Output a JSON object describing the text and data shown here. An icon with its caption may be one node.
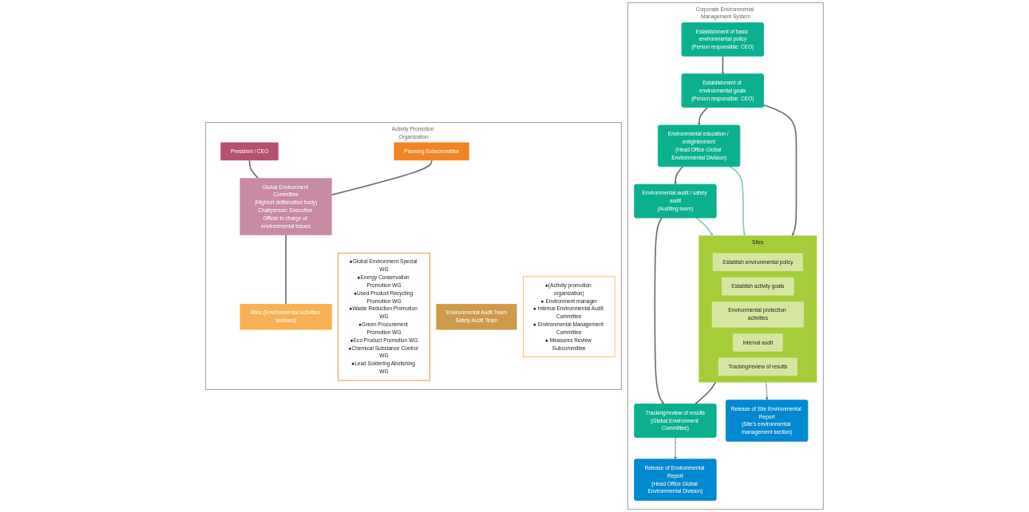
{
  "diagram": {
    "nodes": [
      {
        "text": [
          "Corporate Environmental Management System"
        ]
      },
      {
        "text": [
          "Establishment of basic environmental policy",
          "(Person responsible: CEO)"
        ],
        "in": 0
      },
      {
        "text": [
          "Establishment of environmental goals",
          "(Person responsible: CEO)"
        ],
        "in": 0
      },
      {
        "text": [
          "Environmental education / enlightenment",
          "(Head Office Global Environmental Division)"
        ],
        "in": 0
      },
      {
        "text": [
          "Environmental audit / safety audit",
          "(Auditing team)"
        ],
        "in": 0
      },
      {
        "text": [
          "Tracking/review of results",
          "(Global Environment Committee)"
        ],
        "in": 0
      },
      {
        "text": [
          "Release of Environmental Report",
          "(Head Office Global Environmental Division)"
        ],
        "in": 0
      },
      {
        "text": [
          "Sites"
        ],
        "in": 0
      },
      {
        "text": [
          "Establish environmental policy"
        ],
        "in": 7
      },
      {
        "text": [
          "Establish activity goals"
        ],
        "in": 7
      },
      {
        "text": [
          "Environmental protection activities"
        ],
        "in": 7
      },
      {
        "text": [
          "Internal audit"
        ],
        "in": 7
      },
      {
        "text": [
          "Tracking/review of results"
        ],
        "in": 7
      },
      {
        "text": [
          "Release of Site Environmental Report",
          "(Site’s environmental management section)"
        ],
        "in": 0
      },
      {
        "text": [
          "Activity Promotion Organization"
        ]
      },
      {
        "text": [
          "President / CEO"
        ],
        "in": 14
      },
      {
        "text": [
          "Planning Subcommittee"
        ],
        "in": 14
      },
      {
        "text": [
          "●Global Environment Special WG",
          "●Energy Conservation Promotion WG",
          "●Used Product Recycling Promotion WG",
          "●Waste Reduction Promotion WG",
          "●Green Procurement Promotion WG",
          "●Eco Product Promotion WG",
          "●Chemical Substance Control WG",
          "●Lead Soldering Abolishing WG"
        ],
        "in": 14
      },
      {
        "text": [
          "Global Environment Committee",
          "(Highest deliberation body)",
          "Chairperson: Executive Officer in charge of environmental issues"
        ],
        "in": 14
      },
      {
        "text": [
          "Environmental Audit Team",
          "Safety Audit Team"
        ],
        "in": 14
      },
      {
        "text": [
          "Sites (Environmental activities sections)"
        ],
        "in": 14
      },
      {
        "text": [
          "●(Activity promotion organization)",
          "● Environment manager",
          "● Internal Environmental Audit Committee",
          "● Environmental Management Committee",
          "● Measures Review Subcommittee"
        ],
        "in": 14
      }
    ],
    "edges": [
      {
        "from": 1,
        "to": 2,
        "arrow": "to"
      },
      {
        "from": 2,
        "to": 3,
        "arrow": "to"
      },
      {
        "from": 3,
        "to": 4,
        "arrow": "to"
      },
      {
        "from": 4,
        "to": 5,
        "arrow": "to"
      },
      {
        "from": 2,
        "to": 7,
        "arrow": "to"
      },
      {
        "from": 3,
        "to": 7,
        "arrow": "to",
        "color": "#80cbb5"
      },
      {
        "from": 4,
        "to": 7,
        "arrow": "to",
        "color": "#80cbb5"
      },
      {
        "from": 7,
        "to": 5,
        "arrow": "to"
      },
      {
        "from": 5,
        "to": 6,
        "arrow": "to",
        "style": "dashed"
      },
      {
        "from": 7,
        "to": 13,
        "arrow": "to",
        "style": "dashed"
      },
      {
        "from": 15,
        "to": 18,
        "arrow": "none"
      },
      {
        "from": 16,
        "to": 18,
        "arrow": "none"
      },
      {
        "from": 18,
        "to": 20,
        "arrow": "none"
      }
    ]
  }
}
